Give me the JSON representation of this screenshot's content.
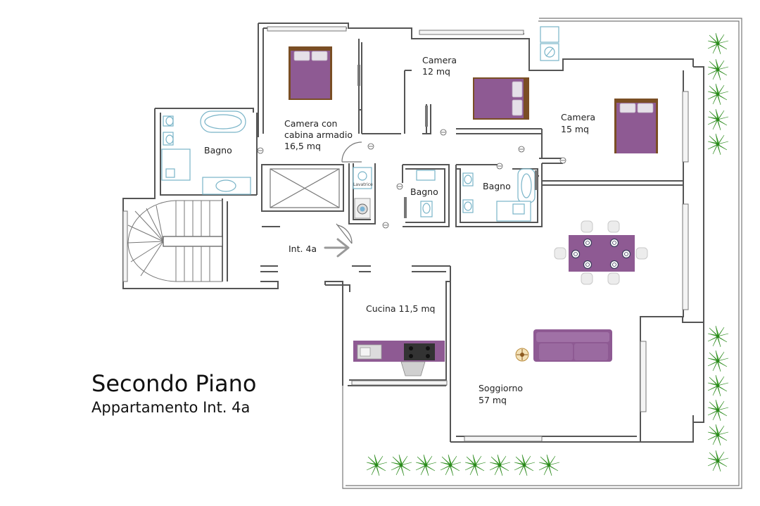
{
  "title": "Secondo Piano",
  "subtitle": "Appartamento Int. 4a",
  "entrance_label": "Int. 4a",
  "rooms": {
    "camera_armadio": [
      "Camera con",
      "cabina armadio",
      "16,5 mq"
    ],
    "camera_12": [
      "Camera",
      "12 mq"
    ],
    "camera_15": [
      "Camera",
      "15 mq"
    ],
    "bagno_left": "Bagno",
    "bagno_center": "Bagno",
    "bagno_right": "Bagno",
    "cucina": "Cucina 11,5 mq",
    "soggiorno": [
      "Soggiorno",
      "57 mq"
    ]
  },
  "fixtures": {
    "lavatrice": "Lavatrice"
  },
  "colors": {
    "furniture": "#8e5a93",
    "plants": "#3fae2a",
    "walls": "#555555",
    "fixtures": "#79b4c8"
  }
}
